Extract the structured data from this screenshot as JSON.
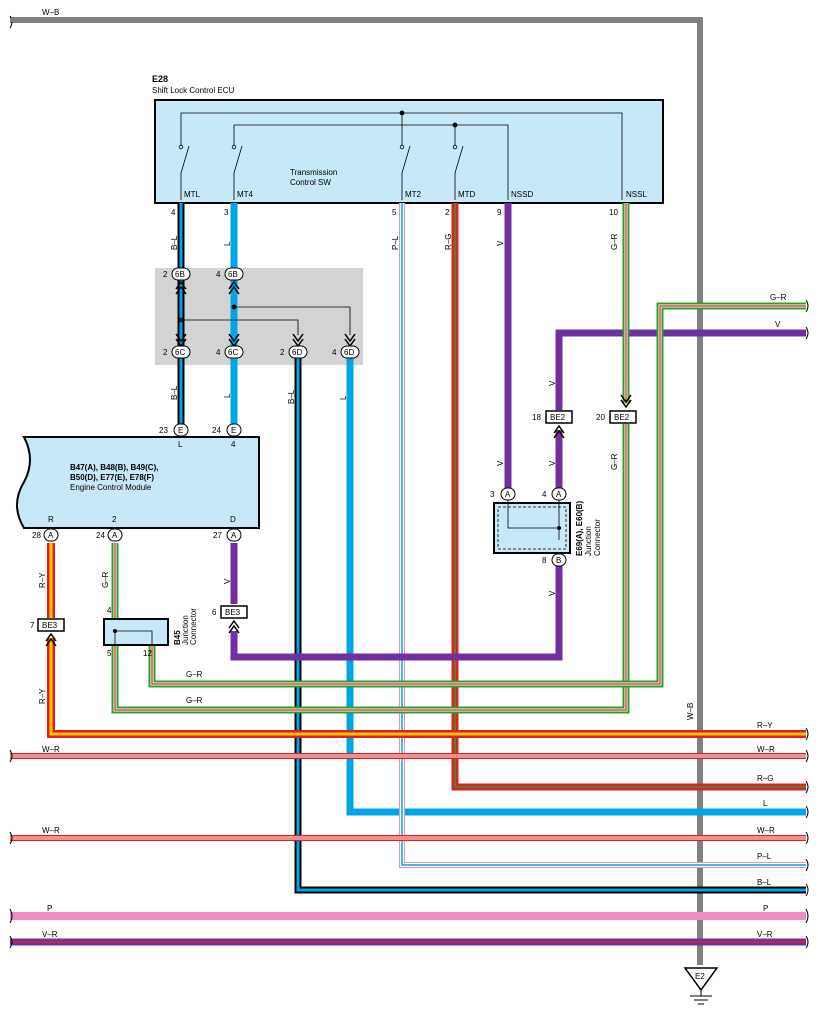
{
  "ecu": {
    "code": "E28",
    "name": "Shift Lock Control ECU",
    "inner_label_1": "Transmission",
    "inner_label_2": "Control SW",
    "terminals": [
      "MTL",
      "MT4",
      "MT2",
      "MTD",
      "NSSD",
      "NSSL"
    ],
    "pins": [
      "4",
      "3",
      "5",
      "2",
      "9",
      "10"
    ]
  },
  "ecm": {
    "codes_1": "B47(A), B48(B), B49(C),",
    "codes_2": "B50(D), E77(E), E78(F)",
    "name": "Engine Control Module",
    "top_terms": [
      "L",
      "4"
    ],
    "top_pins": [
      "23",
      "24"
    ],
    "bottom_terms": [
      "R",
      "2",
      "D"
    ],
    "bottom_pins": [
      "28",
      "24",
      "27"
    ]
  },
  "connectors": {
    "c6B": "6B",
    "c6C": "6C",
    "c6D": "6D",
    "E": "E",
    "A": "A",
    "B": "B",
    "BE2": "BE2",
    "BE3": "BE3",
    "e69_code": "E69(A), E60(B)",
    "e69_name_1": "Junction",
    "e69_name_2": "Connector",
    "b45_code": "B45",
    "b45_name_1": "Junction",
    "b45_name_2": "Connector",
    "pins": {
      "p2": "2",
      "p4": "4",
      "p3": "3",
      "p8": "8",
      "p5": "5",
      "p12": "12",
      "p6": "6",
      "p7": "7",
      "p18": "18",
      "p20": "20"
    }
  },
  "wire_labels": {
    "W_B": "W–B",
    "B_L": "B–L",
    "L": "L",
    "P_L": "P–L",
    "R_G": "R–G",
    "V": "V",
    "G_R": "G–R",
    "R_Y": "R–Y",
    "W_R": "W–R",
    "P": "P",
    "V_R": "V–R"
  },
  "ground": "E2",
  "colors": {
    "blue": "#00a5e6",
    "purple": "#7030a0",
    "green": "#2ca02c",
    "red": "#e02020",
    "yellow": "#f5c800",
    "pink": "#f08bbf",
    "box_fill": "#c7e8f6",
    "gray_box": "#d3d3d3"
  }
}
